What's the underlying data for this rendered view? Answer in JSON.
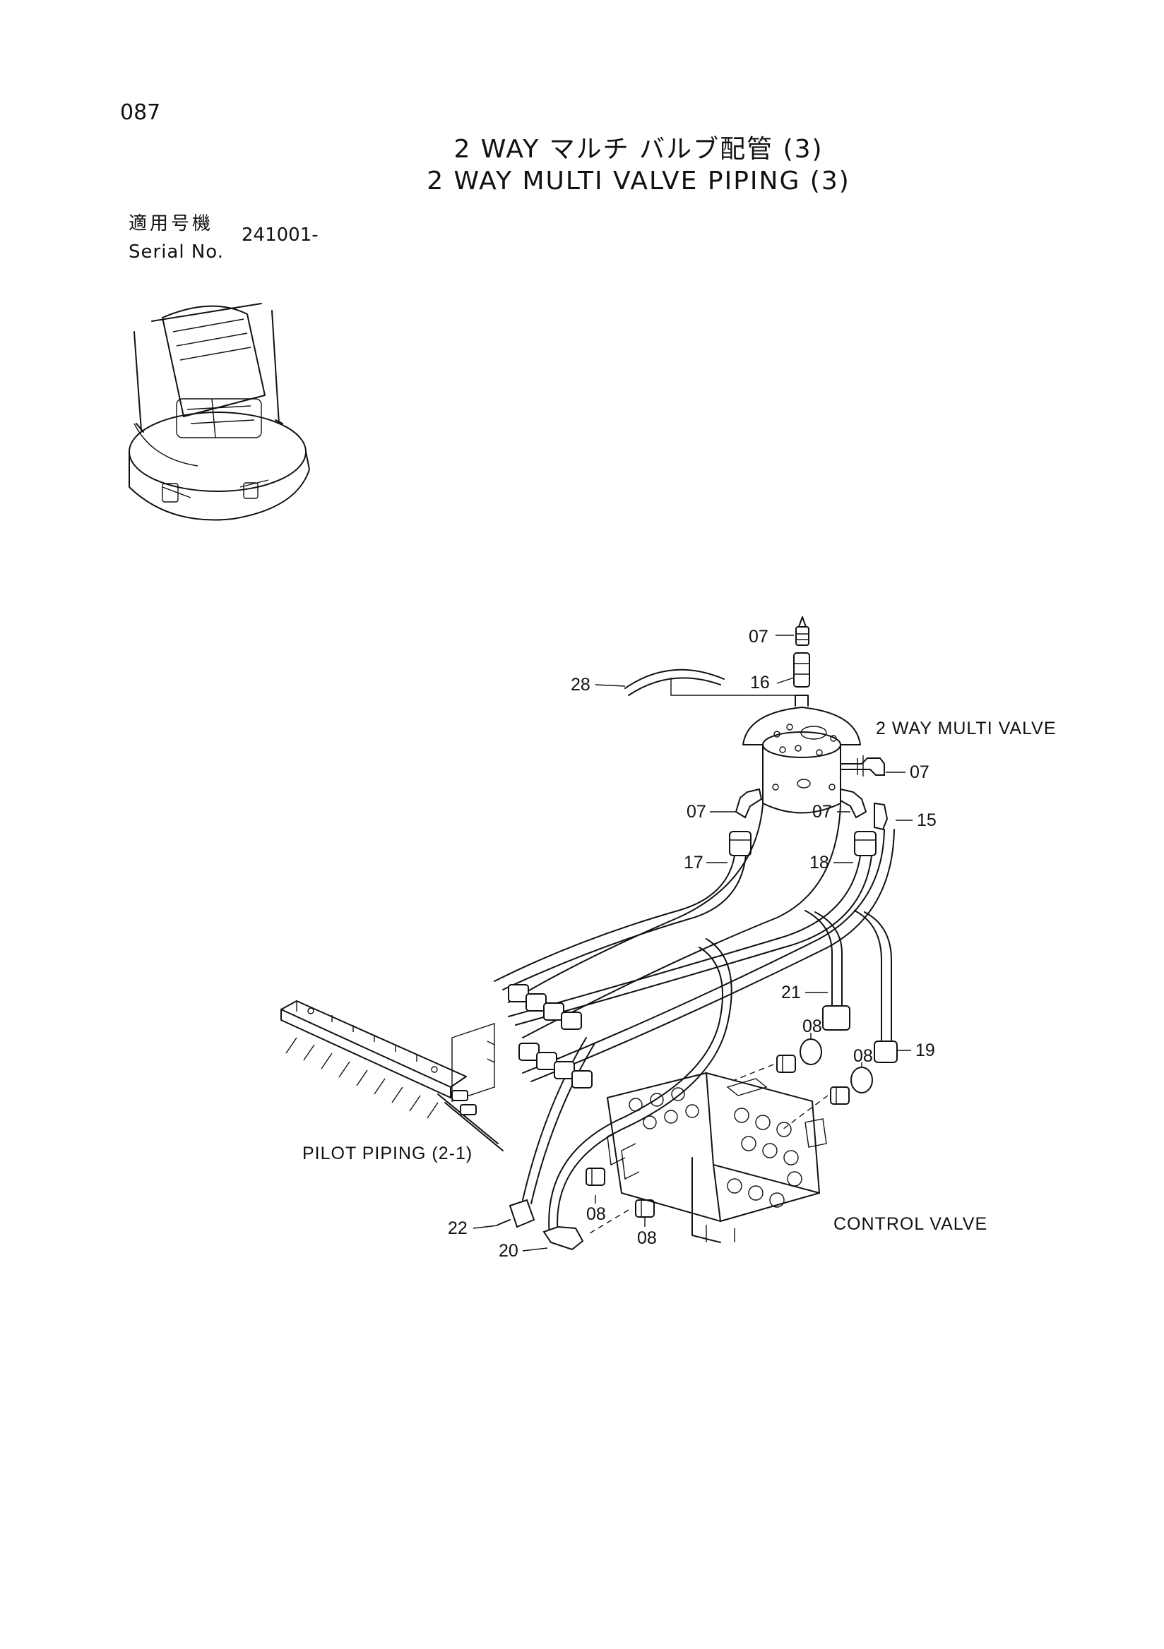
{
  "page": {
    "number": "087",
    "title_jp": "2 WAY マルチ バルブ配管 (3)",
    "title_en": "2 WAY MULTI VALVE PIPING (3)",
    "serial_label_jp": "適用号機",
    "serial_label_en": "Serial No.",
    "serial_value": "241001-"
  },
  "labels": {
    "multi_valve": "2 WAY MULTI VALVE",
    "pilot_piping": "PILOT PIPING (2-1)",
    "control_valve": "CONTROL VALVE"
  },
  "callouts": {
    "c07_top": "07",
    "c28": "28",
    "c16": "16",
    "c07_right": "07",
    "c07_left": "07",
    "c07_mid": "07",
    "c15": "15",
    "c17": "17",
    "c18": "18",
    "c21": "21",
    "c08_a": "08",
    "c08_b": "08",
    "c19": "19",
    "c08_c": "08",
    "c08_d": "08",
    "c22": "22",
    "c20": "20"
  }
}
